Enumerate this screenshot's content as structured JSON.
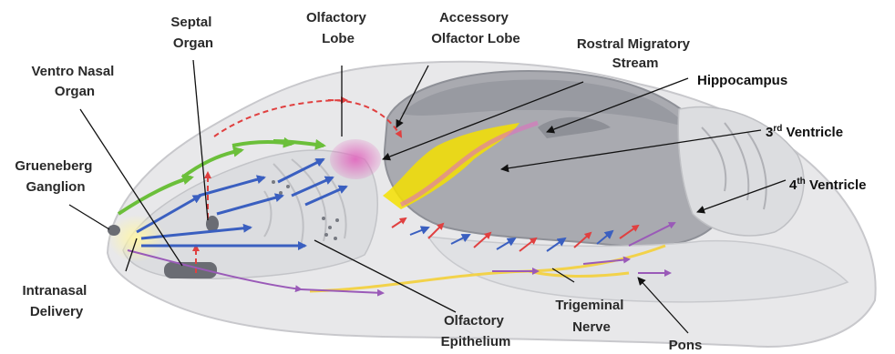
{
  "labels": {
    "septal_organ": [
      "Septal",
      "Organ"
    ],
    "olfactory_lobe": [
      "Olfactory",
      "Lobe"
    ],
    "accessory_olfactor_lobe": [
      "Accessory",
      "Olfactor Lobe"
    ],
    "rostral_migratory_stream": [
      "Rostral Migratory",
      "Stream"
    ],
    "ventro_nasal_organ": [
      "Ventro Nasal",
      "Organ"
    ],
    "hippocampus": "Hippocampus",
    "third_ventricle": {
      "pre": "3",
      "sup": "rd",
      "post": " Ventricle"
    },
    "grueneberg_ganglion": [
      "Grueneberg",
      "Ganglion"
    ],
    "fourth_ventricle": {
      "pre": "4",
      "sup": "th",
      "post": " Ventricle"
    },
    "intranasal_delivery": [
      "Intranasal",
      "Delivery"
    ],
    "olfactory_epithelium": [
      "Olfactory",
      "Epithelium"
    ],
    "trigeminal_nerve": [
      "Trigeminal",
      "Nerve"
    ],
    "pons": "Pons"
  },
  "colors": {
    "head_outline": "#d6d6d6",
    "brain": "#a9aab0",
    "brain_dark": "#8e9097",
    "nasal": "#cfd0d3",
    "arrow_blue": "#3a5fc0",
    "arrow_red": "#e04040",
    "arrow_green": "#6bbf3a",
    "arrow_purple": "#9a5ab8",
    "yellow": "#f5e000",
    "nerve_yellow": "#f2d24a",
    "pink": "#e070c0"
  }
}
